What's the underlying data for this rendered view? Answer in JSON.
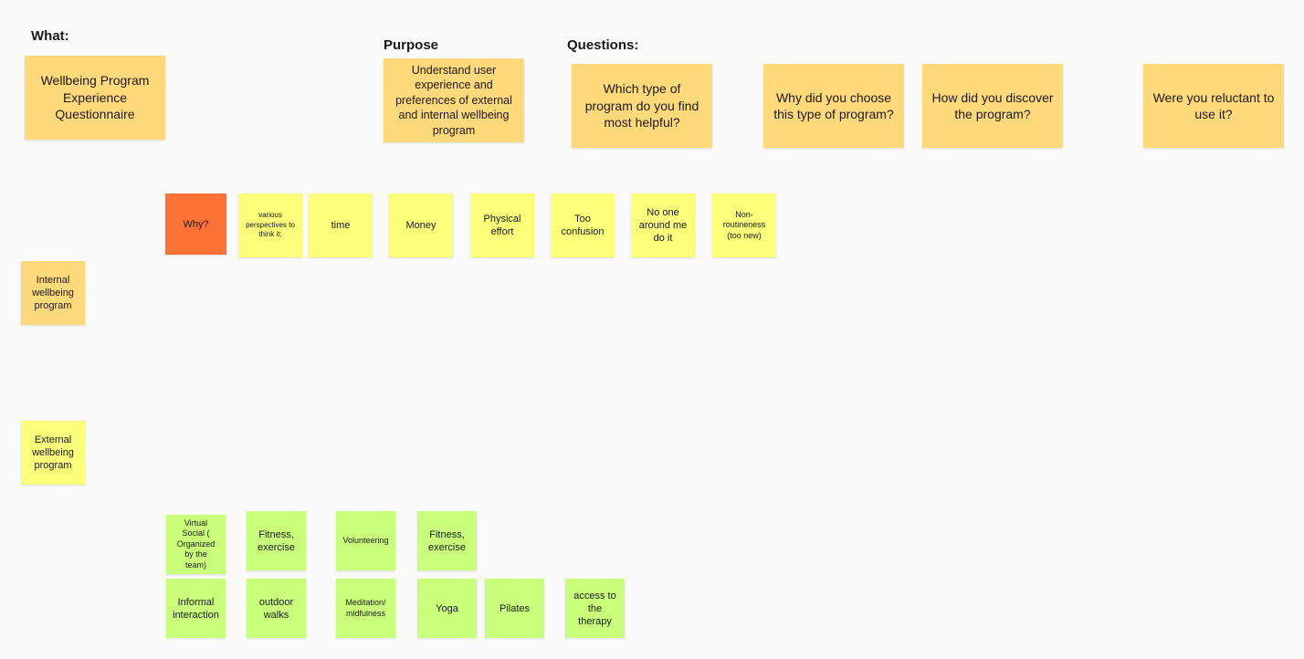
{
  "headings": {
    "what": "What:",
    "purpose": "Purpose",
    "questions": "Questions:"
  },
  "top": {
    "what_note": "Wellbeing Program Experience Questionnaire",
    "purpose_note": "Understand user experience and preferences of external and internal wellbeing program",
    "questions": [
      "Which type of program do you find most helpful?",
      "Why did you choose this type of program?",
      "How did you discover the program?",
      "Were you reluctant to use it?"
    ]
  },
  "rows": {
    "internal": "Internal wellbeing program",
    "external": "External wellbeing program"
  },
  "why_row": {
    "why": "Why?",
    "notes": [
      "various perspectives to think it:",
      "time",
      "Money",
      "Physical effort",
      "Too confusion",
      "No one around me do it",
      "Non-routineness (too new)"
    ]
  },
  "activities": {
    "row1": [
      "Virtual Social ( Organized by the team)",
      "Fitness, exercise",
      "Volunteering",
      "Fitness, exercise"
    ],
    "row2": [
      "Informal interaction",
      "outdoor walks",
      "Meditation/ midfulness",
      "Yoga",
      "Pilates",
      "access to the therapy"
    ]
  },
  "colors": {
    "background": "#fafafa",
    "light_orange_sticky": "#ffd97a",
    "yellow_sticky": "#fbff7a",
    "green_sticky": "#c9ff7a",
    "red_sticky": "#ff7236"
  }
}
